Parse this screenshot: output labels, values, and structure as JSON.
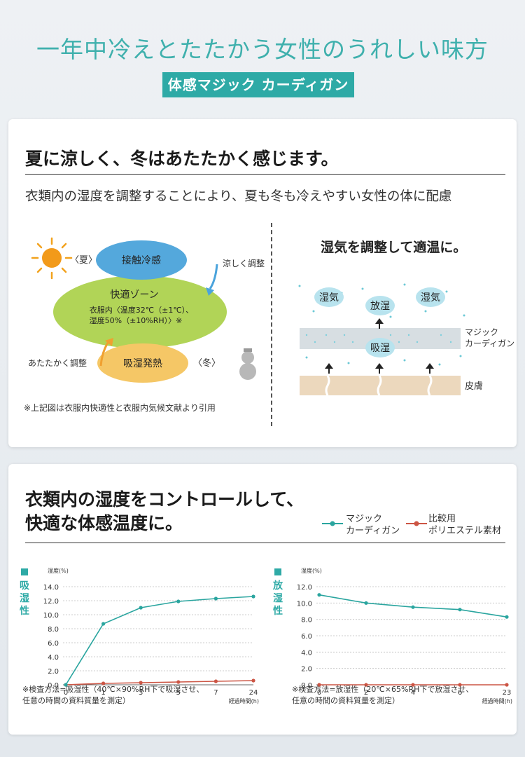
{
  "header": {
    "headline": "一年中冷えとたたかう女性のうれしい味方",
    "badge": "体感マジック カーディガン"
  },
  "section1": {
    "title": "夏に涼しく、冬はあたたかく感じます。",
    "description": "衣類内の湿度を調整することにより、夏も冬も冷えやすい女性の体に配慮",
    "diagram": {
      "summer": "〈夏〉",
      "winter": "〈冬〉",
      "contact_cool": "接触冷感",
      "cool_adjust": "涼しく調整",
      "comfort_zone": "快適ゾーン",
      "comfort_detail_1": "衣服内〈温度32℃（±1℃）、",
      "comfort_detail_2": "湿度50%（±10%RH）〉※",
      "warm_adjust": "あたたかく調整",
      "absorb_heat": "吸湿発熱",
      "note": "※上記図は衣服内快適性と衣服内気候文献より引用"
    },
    "moisture": {
      "title": "湿気を調整して適温に。",
      "moisture_left": "湿気",
      "release": "放湿",
      "moisture_right": "湿気",
      "absorb": "吸湿",
      "fabric_label_1": "マジック",
      "fabric_label_2": "カーディガン",
      "skin_label": "皮膚"
    }
  },
  "section2": {
    "title_line1": "衣類内の湿度をコントロールして、",
    "title_line2": "快適な体感温度に。",
    "legend": {
      "magic_1": "マジック",
      "magic_2": "カーディガン",
      "compare_1": "比較用",
      "compare_2": "ポリエステル素材"
    },
    "colors": {
      "magic": "#2aa59f",
      "compare": "#cc5544",
      "accent": "#2eaaa6"
    }
  },
  "chart_data": [
    {
      "type": "line",
      "side_label": "吸湿性",
      "ylabel": "湿度(%)",
      "xlabel": "経過時間(h)",
      "x": [
        "0",
        "1",
        "3",
        "5",
        "7",
        "24"
      ],
      "yticks": [
        "14.0",
        "12.0",
        "10.0",
        "8.0",
        "6.0",
        "4.0",
        "2.0",
        "0.0"
      ],
      "ylim": [
        0,
        14
      ],
      "grid": true,
      "series": [
        {
          "name": "マジックカーディガン",
          "values": [
            0.0,
            8.7,
            11.0,
            11.9,
            12.3,
            12.6
          ]
        },
        {
          "name": "比較用ポリエステル素材",
          "values": [
            0.0,
            0.2,
            0.3,
            0.4,
            0.5,
            0.6
          ]
        }
      ],
      "note_1": "※検査方法=吸湿性（40℃×90%RH下で吸湿させ、",
      "note_2": "任意の時間の資料質量を測定）"
    },
    {
      "type": "line",
      "side_label": "放湿性",
      "ylabel": "湿度(%)",
      "xlabel": "経過時間(h)",
      "x": [
        "0",
        "2",
        "4",
        "6",
        "23"
      ],
      "yticks": [
        "12.0",
        "10.0",
        "8.0",
        "6.0",
        "4.0",
        "2.0",
        "0.0"
      ],
      "ylim": [
        0,
        12
      ],
      "grid": true,
      "series": [
        {
          "name": "マジックカーディガン",
          "values": [
            11.0,
            10.0,
            9.5,
            9.2,
            8.3
          ]
        },
        {
          "name": "比較用ポリエステル素材",
          "values": [
            0.0,
            0.0,
            0.0,
            0.0,
            0.0
          ]
        }
      ],
      "note_1": "※検査方法=放湿性（20℃×65%RH下で放湿させ、",
      "note_2": "任意の時間の資料質量を測定）"
    }
  ]
}
